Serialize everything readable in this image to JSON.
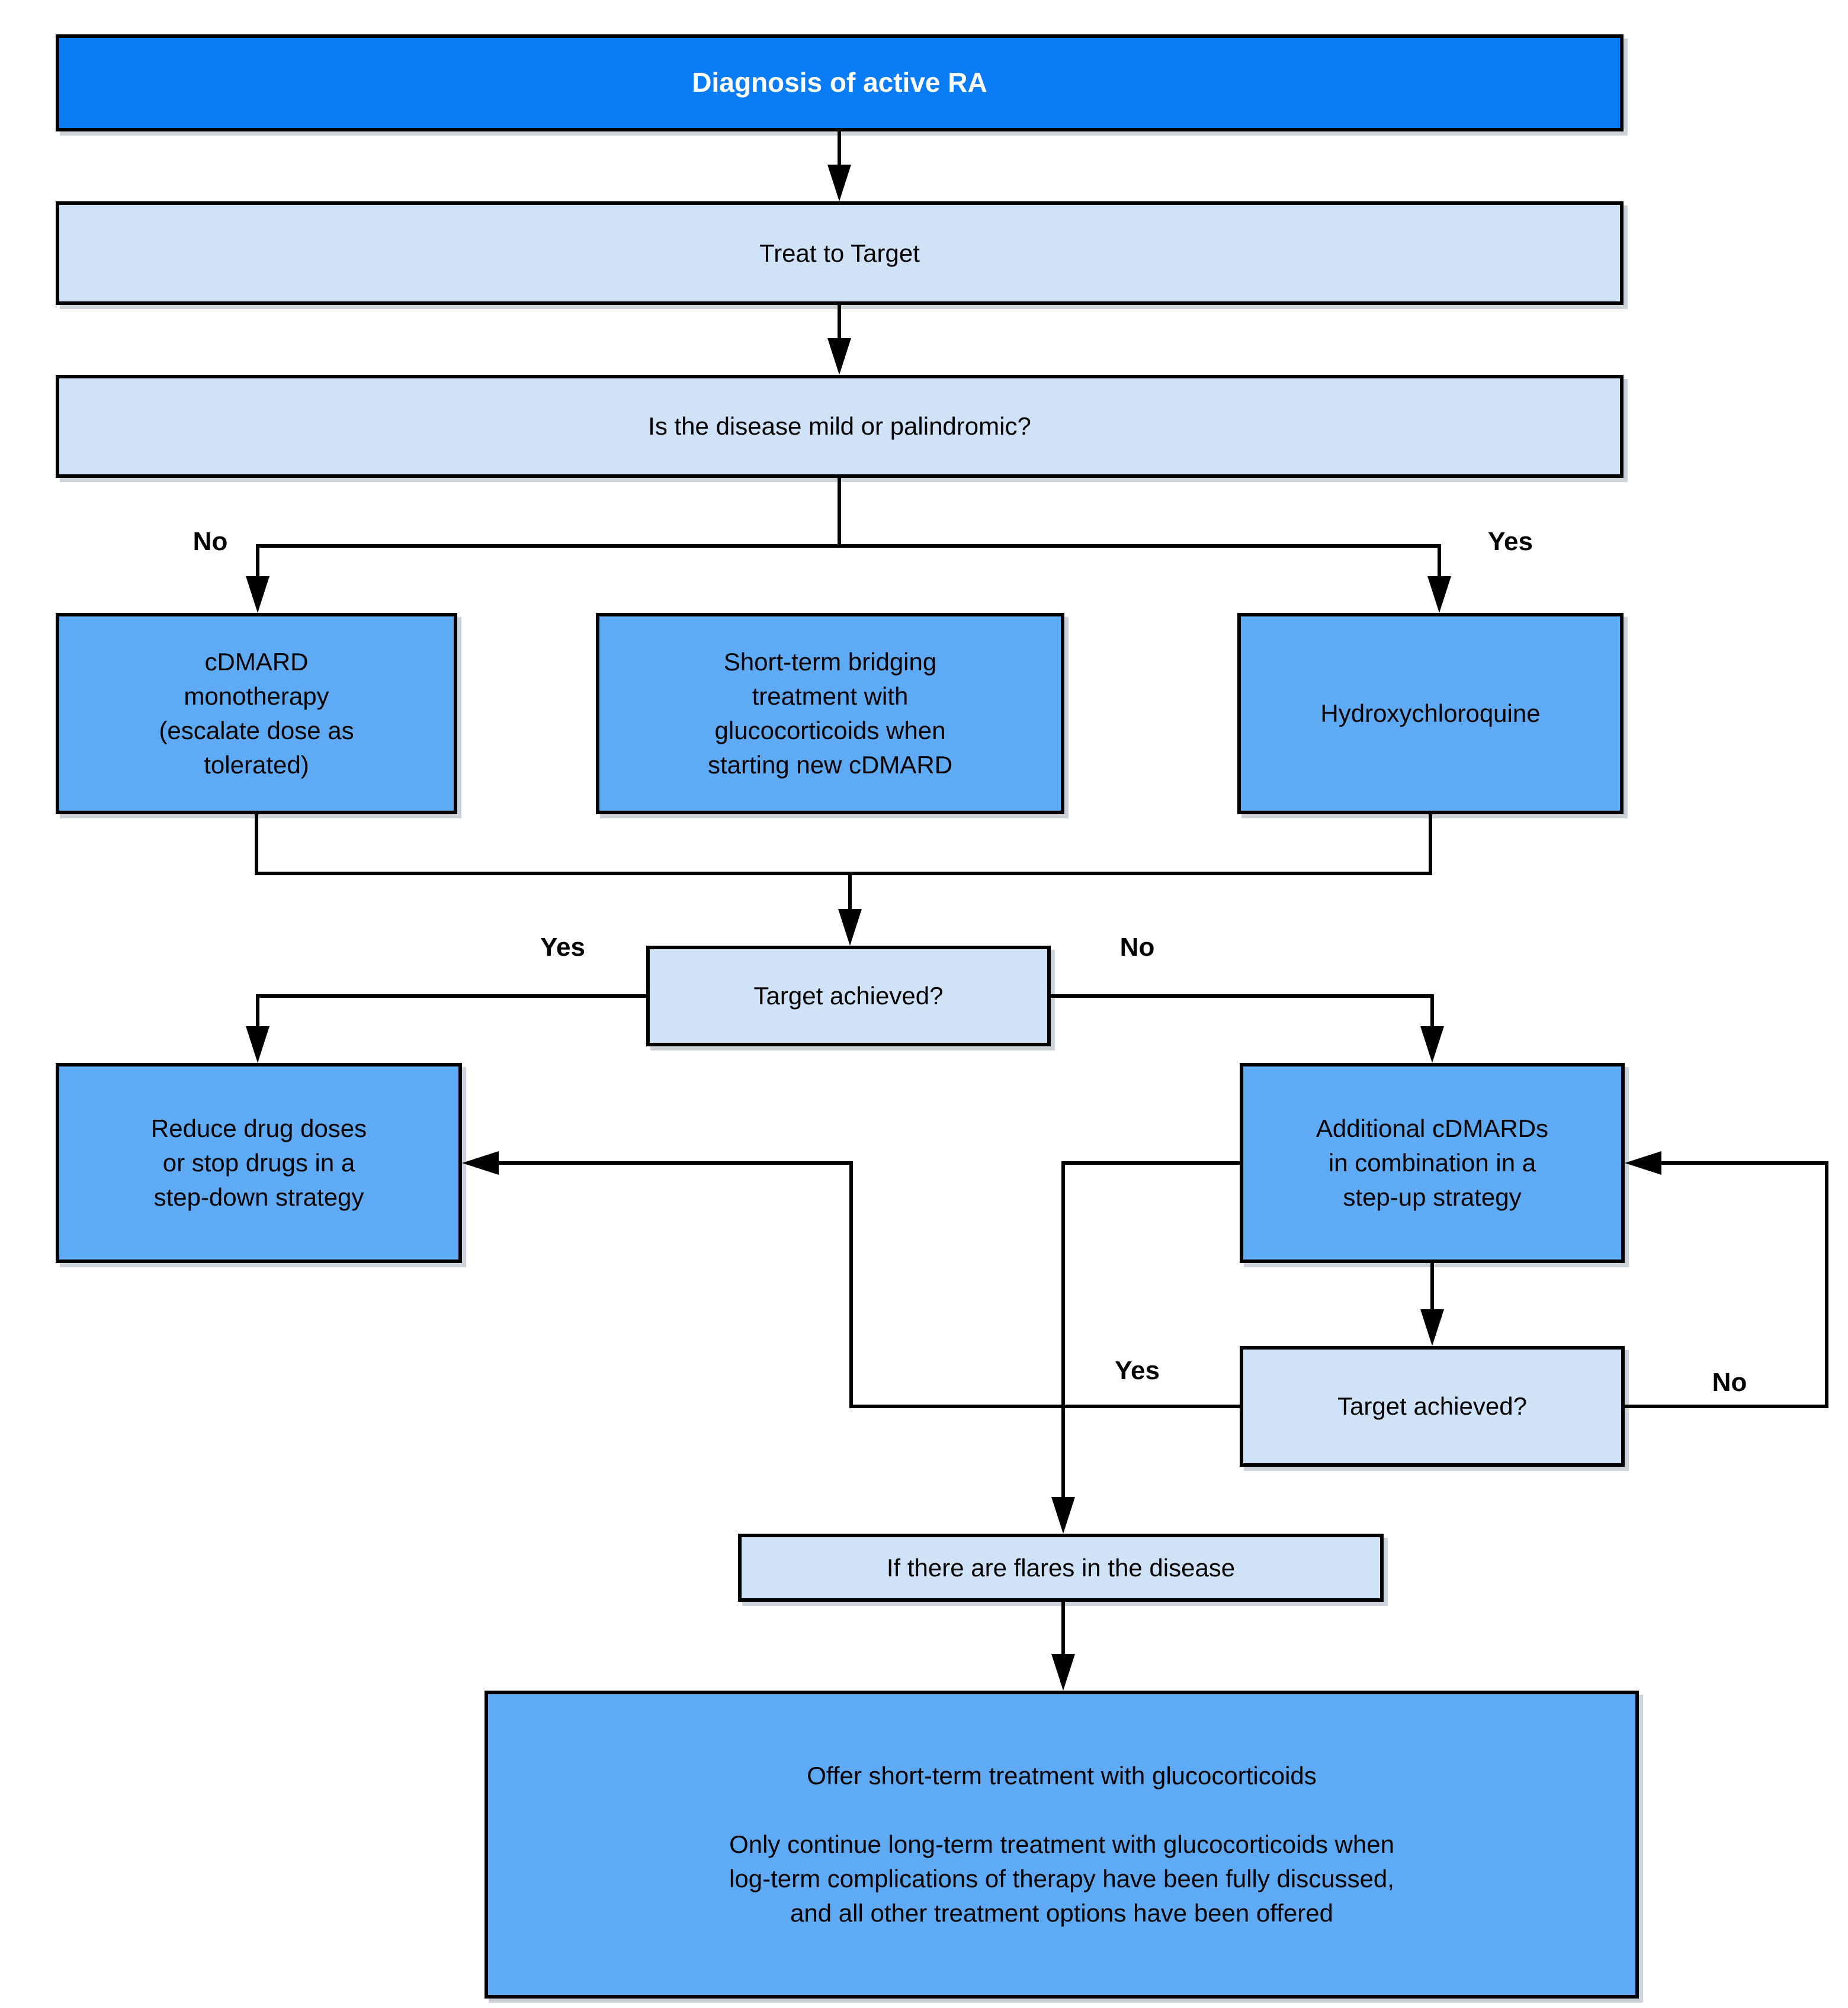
{
  "diagram": {
    "title": "Diagnosis of active RA",
    "colors": {
      "header_fill": "#0a7cf5",
      "decision_fill": "#cfe2f7",
      "action_fill": "#5faaf5",
      "border": "#000000",
      "shadow": "#ccd3da",
      "background": "#ffffff",
      "header_text": "#ffffff",
      "body_text": "#000000"
    },
    "nodes": {
      "diagnosis": {
        "label": "Diagnosis of active RA"
      },
      "treat_to_target": {
        "label": "Treat to Target"
      },
      "mild_question": {
        "label": "Is the disease mild or palindromic?"
      },
      "cdmard_monotherapy": {
        "label": "cDMARD\nmonotherapy\n(escalate dose as\ntolerated)"
      },
      "bridging": {
        "label": "Short-term bridging\ntreatment with\nglucocorticoids when\nstarting new cDMARD"
      },
      "hydroxychloroquine": {
        "label": "Hydroxychloroquine"
      },
      "target_achieved_1": {
        "label": "Target achieved?"
      },
      "reduce_doses": {
        "label": "Reduce drug doses\nor stop drugs in a\nstep-down strategy"
      },
      "additional_cdmards": {
        "label": "Additional cDMARDs\nin combination in a\nstep-up strategy"
      },
      "target_achieved_2": {
        "label": "Target achieved?"
      },
      "flares": {
        "label": "If there are flares in the disease"
      },
      "glucocorticoids": {
        "label": "Offer short-term treatment with glucocorticoids\n\nOnly continue long-term treatment with glucocorticoids when\nlog-term complications of therapy have been fully discussed,\nand all other treatment options have been offered"
      }
    },
    "edge_labels": {
      "split_no": "No",
      "split_yes": "Yes",
      "t1_yes": "Yes",
      "t1_no": "No",
      "t2_yes": "Yes",
      "t2_no": "No"
    }
  }
}
